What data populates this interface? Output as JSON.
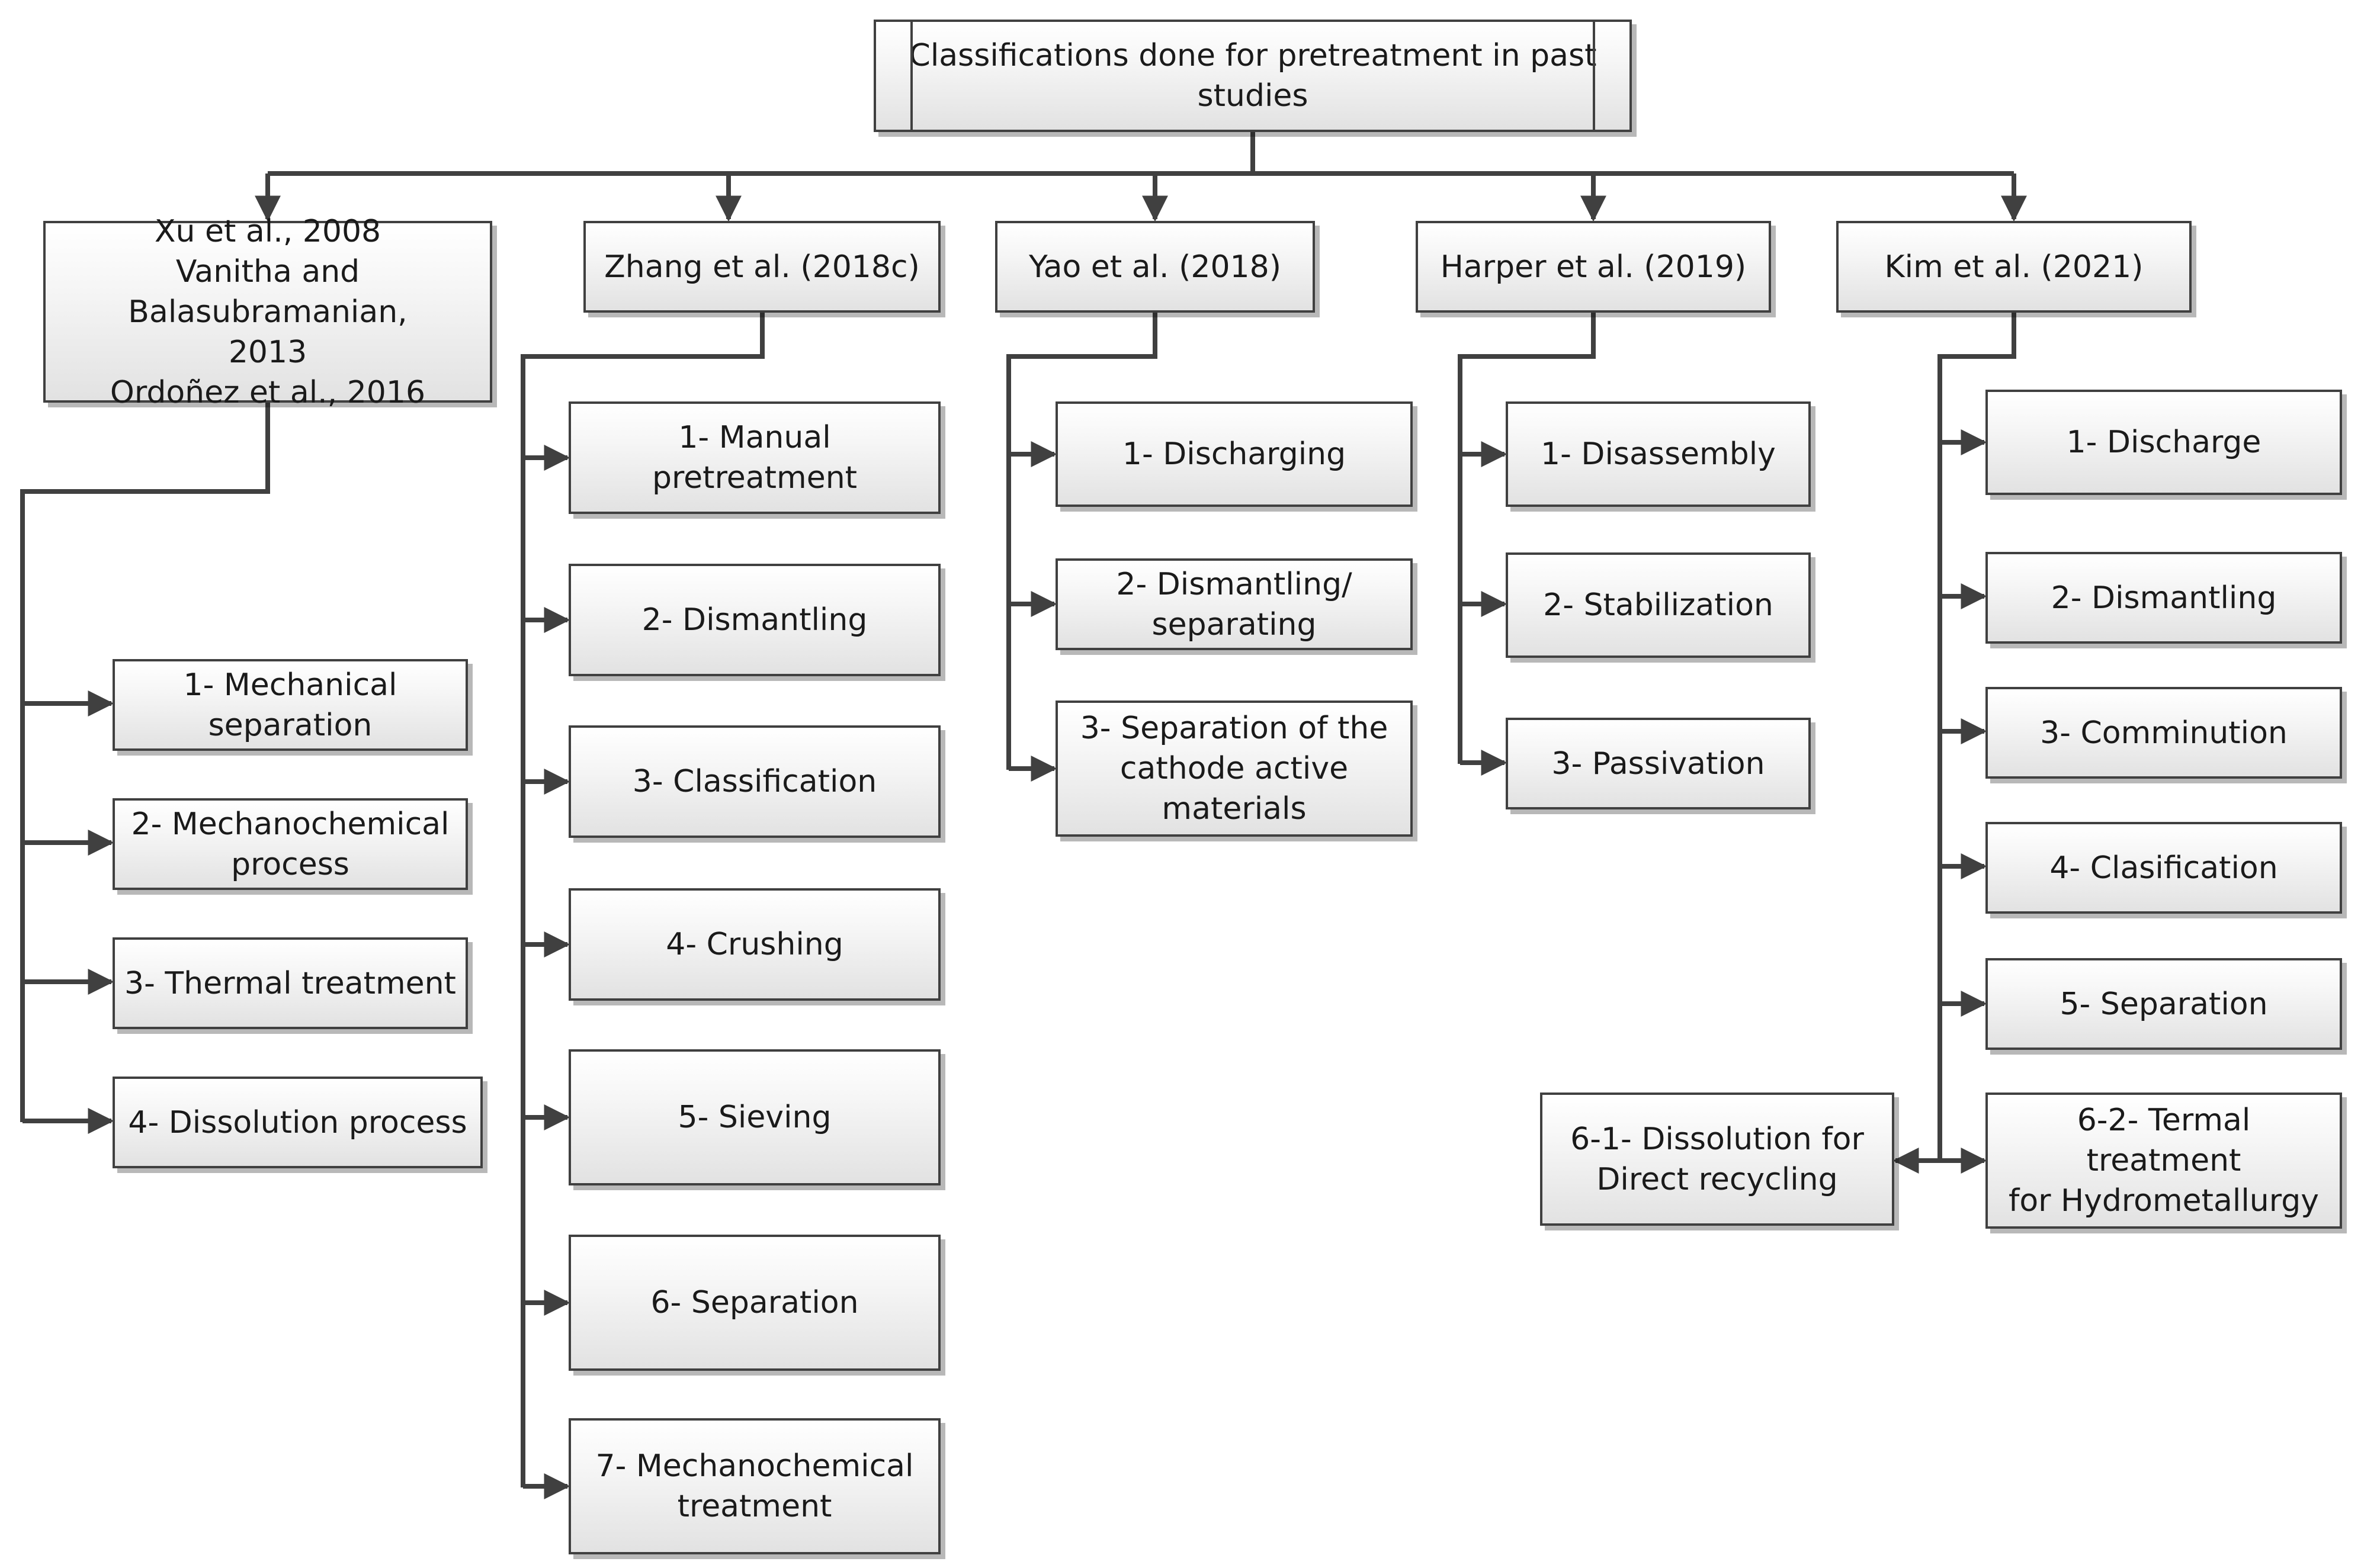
{
  "root": {
    "label": "Classifications done for pretreatment in past\nstudies"
  },
  "authors": [
    {
      "label": "Xu et al., 2008\nVanitha and Balasubramanian,\n2013\nOrdoñez et al., 2016"
    },
    {
      "label": "Zhang et al. (2018c)"
    },
    {
      "label": "Yao et al. (2018)"
    },
    {
      "label": "Harper et al. (2019)"
    },
    {
      "label": "Kim et al. (2021)"
    }
  ],
  "steps": {
    "xu": [
      "1- Mechanical\nseparation",
      "2- Mechanochemical\nprocess",
      "3- Thermal treatment",
      "4- Dissolution process"
    ],
    "zhang": [
      "1- Manual pretreatment",
      "2- Dismantling",
      "3- Classification",
      "4- Crushing",
      "5- Sieving",
      "6- Separation",
      "7- Mechanochemical\ntreatment"
    ],
    "yao": [
      "1- Discharging",
      "2- Dismantling/\nseparating",
      "3- Separation of the\ncathode active\nmaterials"
    ],
    "harper": [
      "1- Disassembly",
      "2- Stabilization",
      "3- Passivation"
    ],
    "kim": [
      "1- Discharge",
      "2- Dismantling",
      "3- Comminution",
      "4- Clasification",
      "5- Separation",
      "6-1- Dissolution for\nDirect recycling",
      "6-2- Termal treatment\nfor Hydrometallurgy"
    ]
  },
  "colors": {
    "line": "#404040",
    "text": "#1a1a1a",
    "box_top": "#ffffff",
    "box_bottom": "#e2e2e2"
  }
}
